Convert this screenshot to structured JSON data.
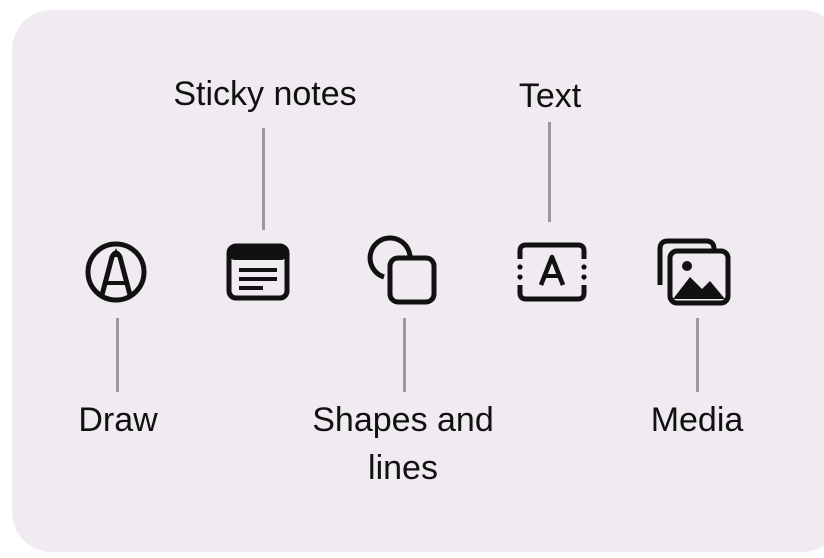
{
  "callouts": {
    "sticky_notes": "Sticky notes",
    "text": "Text",
    "draw": "Draw",
    "shapes_and_lines_line1": "Shapes and",
    "shapes_and_lines_line2": "lines",
    "media": "Media"
  },
  "tools": [
    {
      "name": "Draw",
      "icon": "pencil-tip-circle-icon"
    },
    {
      "name": "Sticky notes",
      "icon": "sticky-note-icon"
    },
    {
      "name": "Shapes and lines",
      "icon": "shapes-icon"
    },
    {
      "name": "Text",
      "icon": "text-box-icon"
    },
    {
      "name": "Media",
      "icon": "photo-stack-icon"
    }
  ],
  "colors": {
    "panel_background": "#efebf0",
    "icon": "#111111",
    "callout_line": "#9a9a9a",
    "text": "#111111"
  }
}
